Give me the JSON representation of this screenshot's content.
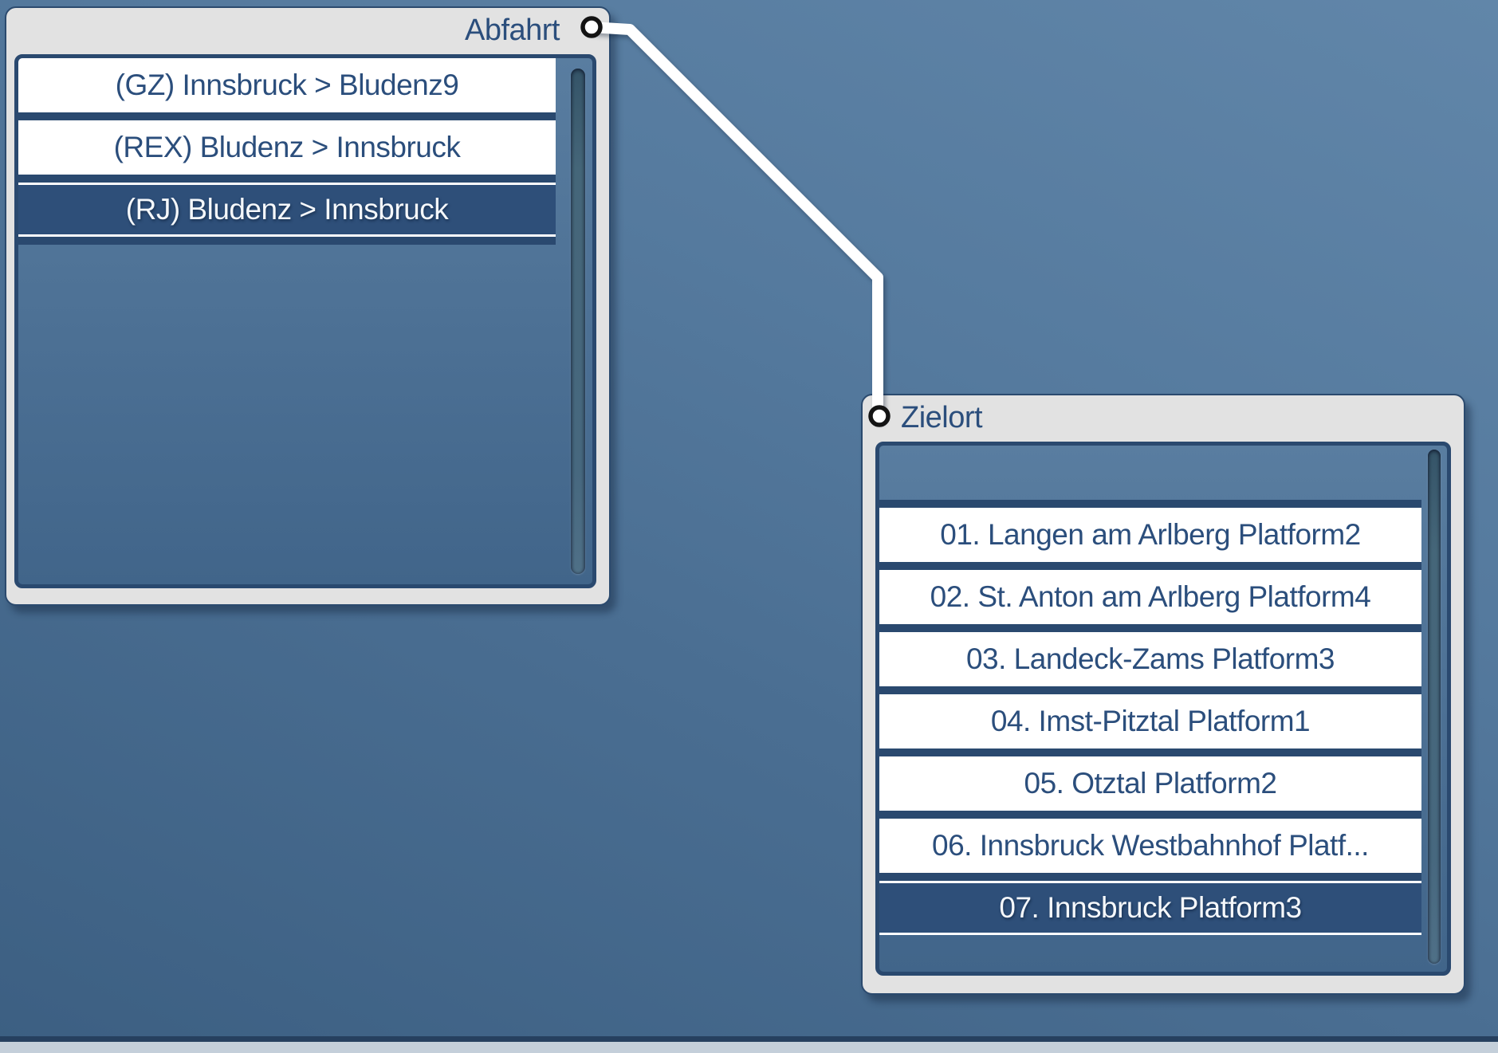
{
  "app": {
    "description": "node-graph route editor with departure and destination lists connected by a wire"
  },
  "nodes": [
    {
      "id": "abfahrt",
      "title": "Abfahrt",
      "port_side": "right",
      "items": [
        {
          "label": "(GZ) Innsbruck > Bludenz9",
          "selected": false
        },
        {
          "label": "(REX) Bludenz > Innsbruck",
          "selected": false
        },
        {
          "label": "(RJ) Bludenz > Innsbruck",
          "selected": true
        }
      ]
    },
    {
      "id": "zielort",
      "title": "Zielort",
      "port_side": "left",
      "items": [
        {
          "label": "",
          "selected": false,
          "empty": true
        },
        {
          "label": "01. Langen am Arlberg Platform2",
          "selected": false
        },
        {
          "label": "02. St. Anton am Arlberg Platform4",
          "selected": false
        },
        {
          "label": "03. Landeck-Zams Platform3",
          "selected": false
        },
        {
          "label": "04. Imst-Pitztal Platform1",
          "selected": false
        },
        {
          "label": "05. Otztal Platform2",
          "selected": false
        },
        {
          "label": "06. Innsbruck Westbahnhof Platf...",
          "selected": false
        },
        {
          "label": "07. Innsbruck Platform3",
          "selected": true
        }
      ]
    }
  ],
  "connection": {
    "from": "Abfahrt output port",
    "to": "Zielort input port"
  },
  "colors": {
    "background_top": "#6186a9",
    "background_bottom": "#3c5f82",
    "panel_gray": "#e2e2e2",
    "panel_border": "#2b4a6e",
    "list_divider": "#2a496f",
    "row_background": "#ffffff",
    "row_text": "#2b4e7c",
    "selected_row_background": "#2e4f79",
    "selected_row_text": "#f5f8fb",
    "wire": "#ffffff",
    "port_ring": "#141414",
    "bottom_bar_dark": "#26405f",
    "bottom_bar_light": "#c4cfda"
  }
}
